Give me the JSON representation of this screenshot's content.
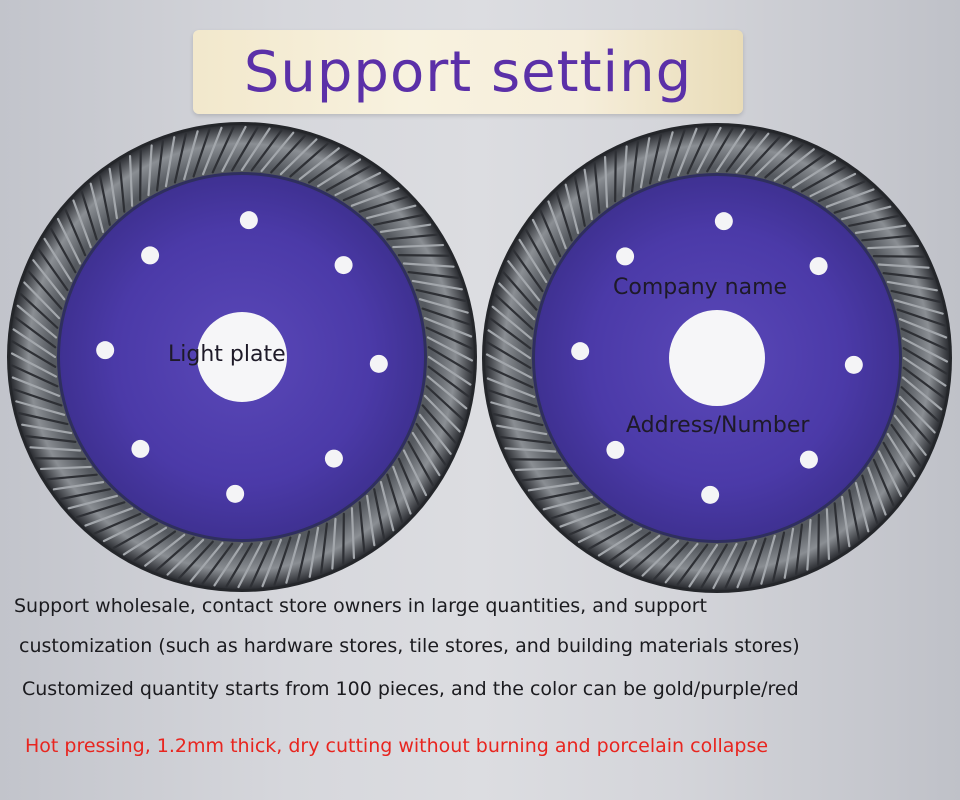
{
  "title": "Support setting",
  "discs": [
    {
      "labels": [
        "Light plate"
      ]
    },
    {
      "labels": [
        "Company name",
        "Address/Number"
      ]
    }
  ],
  "description": [
    "Support wholesale, contact store owners in large quantities, and support",
    "customization (such as hardware stores, tile stores, and building materials stores)",
    "Customized quantity starts from 100 pieces, and the color can be gold/purple/red"
  ],
  "note": "Hot pressing, 1.2mm thick, dry cutting without burning and porcelain collapse",
  "colors": {
    "title_text": "#5b30a8",
    "banner": "#f6eedb",
    "disc_core": "#4a3aa6",
    "disc_rim": "#3c3f44",
    "note_text": "#e8251f"
  }
}
